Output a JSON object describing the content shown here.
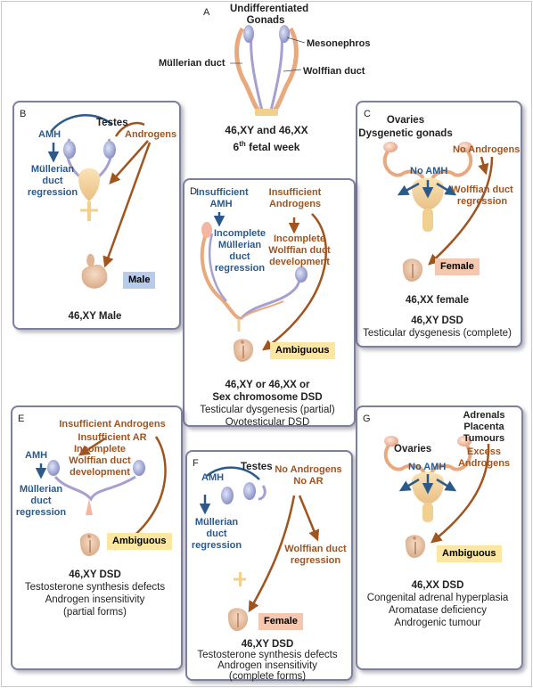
{
  "panel_a": {
    "letter": "A",
    "title": "Undifferentiated\nGonads",
    "mesonephros": "Mesonephros",
    "mullerian": "Müllerian duct",
    "wolffian": "Wolffian duct",
    "karyotype": "46,XY and 46,XX",
    "week_num": "6",
    "week_sup": "th",
    "week_rest": " fetal week"
  },
  "panel_b": {
    "letter": "B",
    "gonad": "Testes",
    "amh": "AMH",
    "androgens": "Androgens",
    "effect": "Müllerian\nduct\nregression",
    "phenotype": "Male",
    "caption": "46,XY Male"
  },
  "panel_c": {
    "letter": "C",
    "gonad": "Ovaries\nDysgenetic gonads",
    "no_androgens": "No Androgens",
    "no_amh": "No AMH",
    "effect": "Wolffian duct\nregression",
    "phenotype": "Female",
    "caption_bold1": "46,XX female",
    "caption_bold2": "46,XY DSD",
    "caption_text": "Testicular dysgenesis (complete)"
  },
  "panel_d": {
    "letter": "D",
    "insufficient_amh": "Insufficient\nAMH",
    "insufficient_androgens": "Insufficient\nAndrogens",
    "mullerian_effect": "Incomplete\nMüllerian\nduct\nregression",
    "wolffian_effect": "Incomplete\nWolffian duct\ndevelopment",
    "phenotype": "Ambiguous",
    "caption_bold": "46,XY or 46,XX or\nSex chromosome DSD",
    "caption_text": "Testicular dysgenesis (partial)\nOvotesticular DSD"
  },
  "panel_e": {
    "letter": "E",
    "cause": "Insufficient Androgens\nInsufficient AR",
    "amh": "AMH",
    "wolffian_effect": "Incomplete\nWolffian duct\ndevelopment",
    "mullerian_effect": "Müllerian\nduct\nregression",
    "phenotype": "Ambiguous",
    "caption_bold": "46,XY DSD",
    "caption_text": "Testosterone synthesis defects\nAndrogen insensitivity\n(partial forms)"
  },
  "panel_f": {
    "letter": "F",
    "gonad": "Testes",
    "amh": "AMH",
    "cause": "No Androgens\nNo AR",
    "mullerian_effect": "Müllerian\nduct\nregression",
    "wolffian_effect": "Wolffian duct\nregression",
    "phenotype": "Female",
    "caption_bold": "46,XY DSD",
    "caption_text": "Testosterone synthesis defects\nAndrogen insensitivity\n(complete forms)"
  },
  "panel_g": {
    "letter": "G",
    "source": "Adrenals\nPlacenta\nTumours",
    "excess": "Excess\nAndrogens",
    "gonad": "Ovaries",
    "no_amh": "No AMH",
    "phenotype": "Ambiguous",
    "caption_bold": "46,XX DSD",
    "caption_text": "Congenital adrenal hyperplasia\nAromatase deficiency\nAndrogenic tumour"
  },
  "colors": {
    "blue": "#2b5a8a",
    "brown": "#a0541e",
    "male_badge": "#b7cbeb",
    "ambiguous_badge": "#fbe6a2",
    "female_badge": "#f5c7ae",
    "panel_border": "#7d7f9e"
  }
}
